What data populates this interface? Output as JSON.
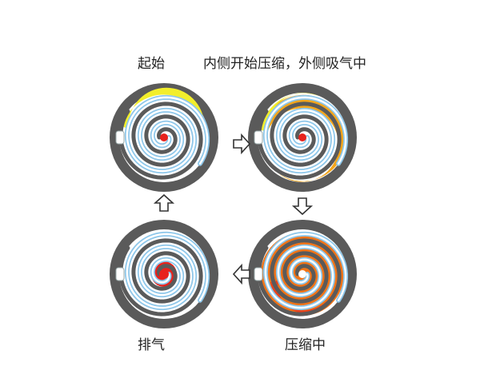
{
  "labels": {
    "start": "起始",
    "inner_compress_outer_intake": "内侧开始压缩，外侧吸气中",
    "exhaust": "排气",
    "compressing": "压缩中"
  },
  "colors": {
    "housing": "#5a5a5a",
    "scroll_chamber": "#ffffff",
    "scroll_wrap_outline": "#8ec7ea",
    "scroll_wrap": "#ffffff",
    "center_discharge": "#e8221c",
    "intake_yellow": "#f2ee2c",
    "intake_orange": "#f2a51c",
    "compress_orange": "#f07418",
    "compress_red": "#e8421c",
    "arrow_outline": "#333333"
  },
  "stages": [
    {
      "id": "start",
      "fill_colors": [
        "#f2ee2c"
      ],
      "name": "stage-start"
    },
    {
      "id": "intake",
      "fill_colors": [
        "#f2ee2c",
        "#f2a51c"
      ],
      "name": "stage-intake"
    },
    {
      "id": "compressing",
      "fill_colors": [
        "#f07418",
        "#e8421c"
      ],
      "name": "stage-compressing"
    },
    {
      "id": "exhaust",
      "fill_colors": [
        "#e8221c"
      ],
      "name": "stage-exhaust"
    }
  ],
  "arrows": [
    {
      "from": "start",
      "to": "intake",
      "direction": "right"
    },
    {
      "from": "intake",
      "to": "compressing",
      "direction": "down"
    },
    {
      "from": "compressing",
      "to": "exhaust",
      "direction": "left"
    },
    {
      "from": "exhaust",
      "to": "start",
      "direction": "up"
    }
  ]
}
